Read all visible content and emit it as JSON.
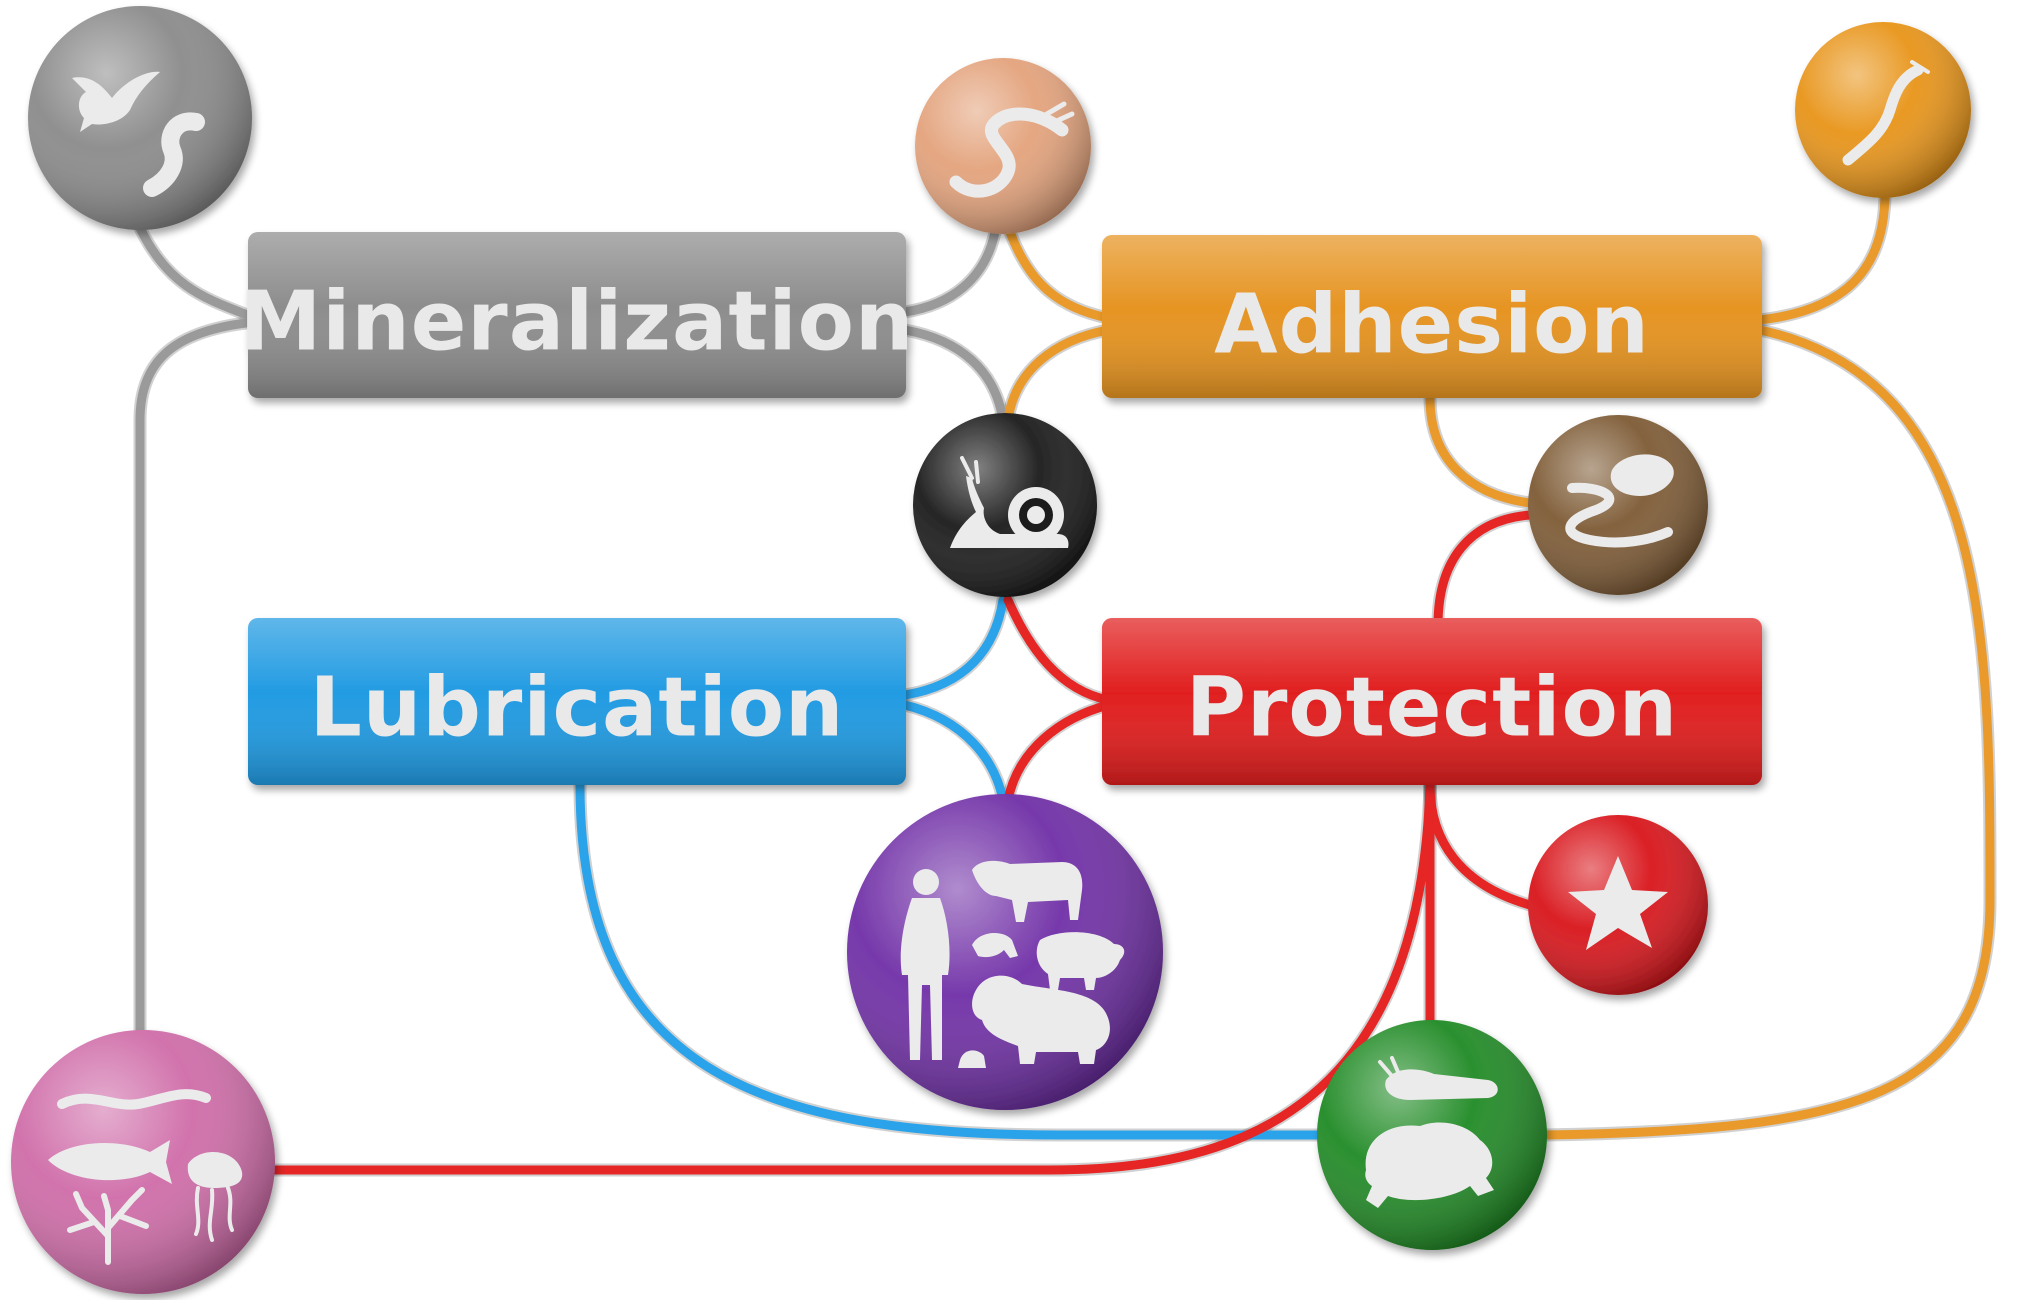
{
  "colors": {
    "mineralization": "#8d8d8d",
    "adhesion": "#e69422",
    "lubrication": "#229be2",
    "protection": "#e11f1f",
    "silhouette": "#ebebeb"
  },
  "functions": {
    "mineralization": {
      "label": "Mineralization"
    },
    "adhesion": {
      "label": "Adhesion"
    },
    "lubrication": {
      "label": "Lubrication"
    },
    "protection": {
      "label": "Protection"
    }
  },
  "organisms": [
    {
      "id": "bird-worm",
      "icon": "bird-worm-icon",
      "color": "#8a8a8a"
    },
    {
      "id": "worm",
      "icon": "polychaete-worm-icon",
      "color": "#e3a27b"
    },
    {
      "id": "earthworm",
      "icon": "earthworm-icon",
      "color": "#e89418"
    },
    {
      "id": "snail",
      "icon": "snail-icon",
      "color": "#1a1a1a"
    },
    {
      "id": "mussel-worm",
      "icon": "mussel-worm-icon",
      "color": "#7d5a34"
    },
    {
      "id": "mammals",
      "icon": "mammals-icon",
      "color": "#6f2ea6"
    },
    {
      "id": "starfish",
      "icon": "starfish-icon",
      "color": "#d8141a"
    },
    {
      "id": "marine",
      "icon": "marine-life-icon",
      "color": "#cf6ba8"
    },
    {
      "id": "amphibian",
      "icon": "frog-slug-icon",
      "color": "#1f8a24"
    }
  ]
}
